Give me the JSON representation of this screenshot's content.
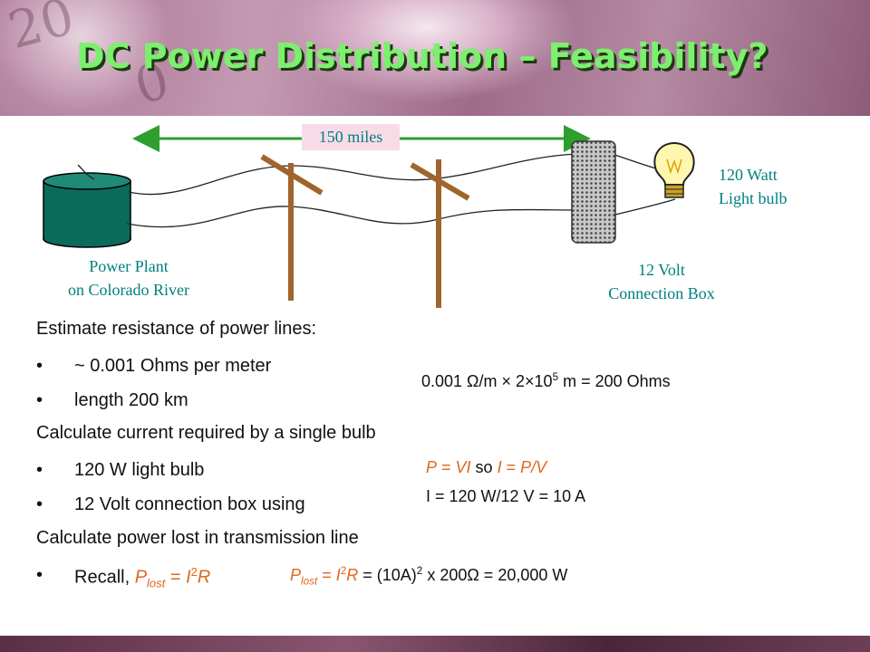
{
  "slide": {
    "title": "DC Power Distribution – Feasibility?",
    "header_deco": [
      "20",
      "0"
    ]
  },
  "diagram": {
    "distance_label": "150 miles",
    "power_plant_line1": "Power Plant",
    "power_plant_line2": "on Colorado River",
    "connection_box_line1": "12 Volt",
    "connection_box_line2": "Connection Box",
    "bulb_line1": "120 Watt",
    "bulb_line2": "Light bulb"
  },
  "body": {
    "estimate_heading": "Estimate resistance of power lines:",
    "bullet_resistance": "~ 0.001 Ohms per meter",
    "bullet_length": "length 200 km",
    "current_heading": "Calculate current required by a single bulb",
    "bullet_bulb": "120 W light bulb",
    "bullet_box": "12 Volt connection box using",
    "power_heading": "Calculate power lost in transmission line",
    "recall_prefix": "Recall, "
  },
  "equations": {
    "resistance": {
      "a": "0.001 ",
      "omega": "Ω",
      "b": "/m  ×  2×10",
      "exp": "5",
      "c": " m = 200 Ohms"
    },
    "ohms_law": {
      "p": "P",
      "eq1": " = ",
      "vi": "VI",
      "so": " so ",
      "i": "I",
      "eq2": " = ",
      "pv": "P/V"
    },
    "current": "I = 120 W/12 V = 10 A",
    "recall": {
      "p": "P",
      "sub": "lost",
      "eq": " = ",
      "i": "I",
      "sup": "2",
      "r": "R"
    },
    "power_lost": {
      "p": "P",
      "sub": "lost",
      "eq": " = ",
      "i": "I",
      "sup": "2",
      "r": "R",
      "rest": " = (10A)",
      "sup2": "2",
      "rest2": " x 200Ω = 20,000 W"
    }
  },
  "colors": {
    "title": "#7cf06e",
    "label_teal": "#008080",
    "accent_orange": "#e0661c",
    "arrow_green": "#2e9e2e",
    "pole_brown": "#a0642d",
    "plant_green": "#0a6b5a"
  }
}
